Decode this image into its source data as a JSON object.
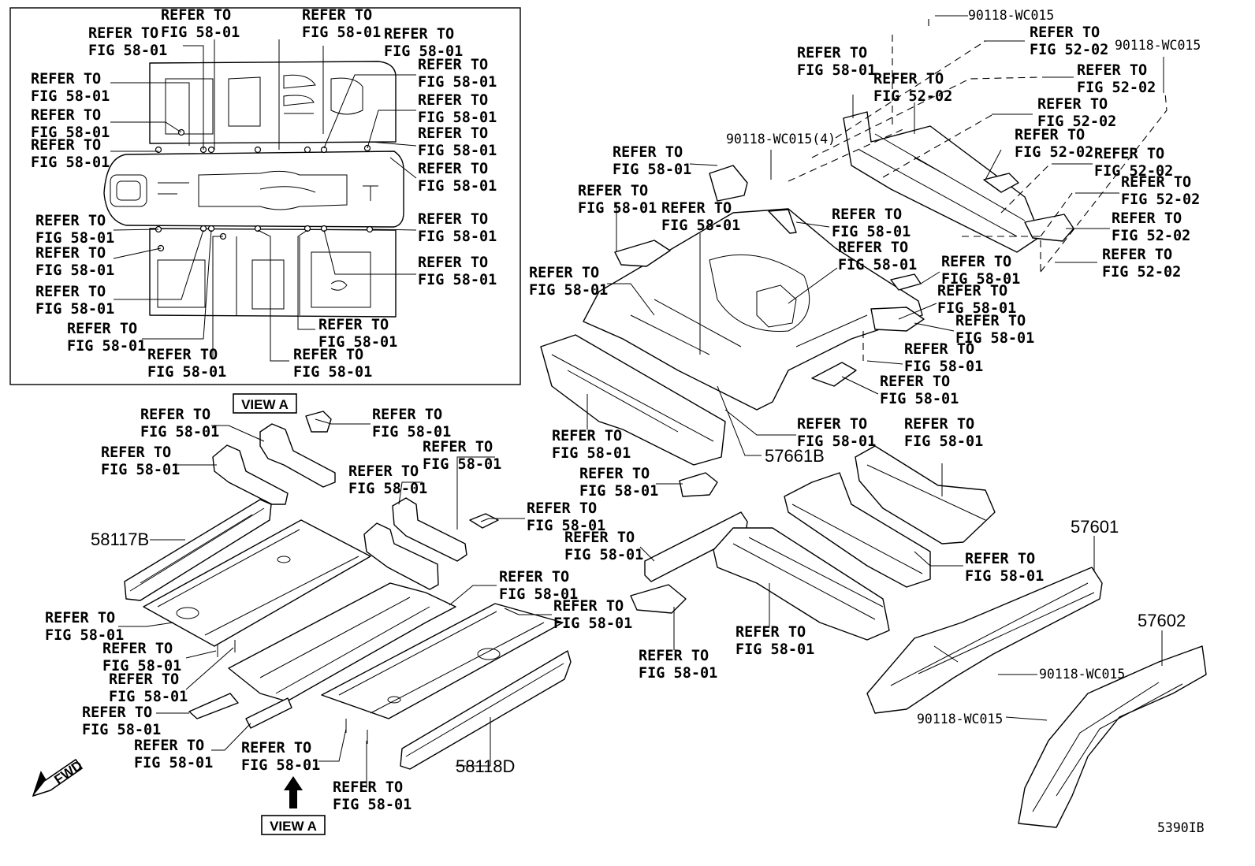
{
  "refer_labels": {
    "fig_58_01": [
      "REFER TO",
      "FIG 58-01"
    ],
    "fig_52_02": [
      "REFER TO",
      "FIG 52-02"
    ]
  },
  "part_numbers": {
    "p57661B": "57661B",
    "p58117B": "58117B",
    "p58118D": "58118D",
    "p57601": "57601",
    "p57602": "57602",
    "bolt": "90118-WC015",
    "bolt_qty": "90118-WC015(4)"
  },
  "view_label": "VIEW A",
  "fwd_label": "FWD",
  "diagram_id": "5390IB",
  "colors": {
    "ink": "#000000",
    "paper": "#ffffff"
  }
}
